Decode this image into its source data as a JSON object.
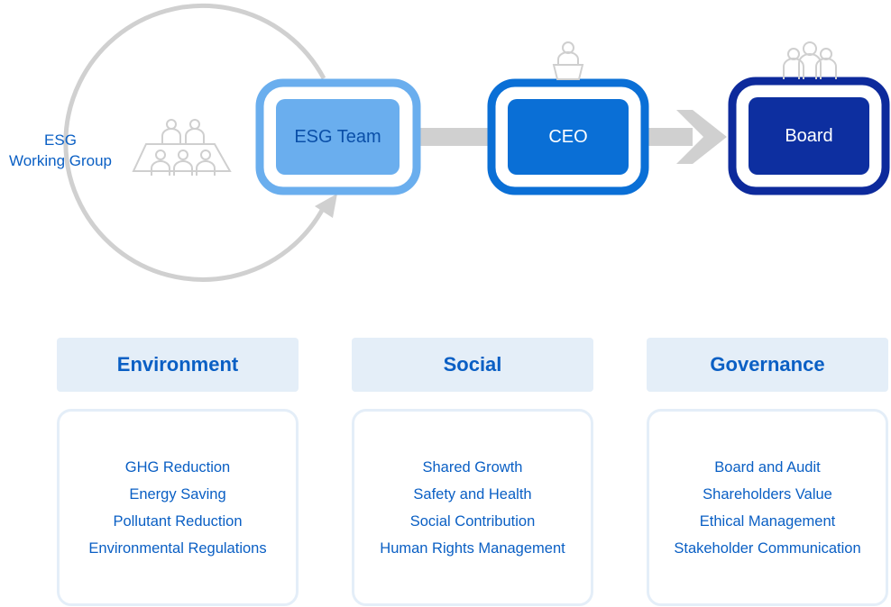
{
  "working_group": {
    "line1": "ESG",
    "line2": "Working Group",
    "icon": "meeting-table-icon"
  },
  "flow": {
    "esg_team": {
      "label": "ESG Team",
      "color": "#6aaeee",
      "outline": "#6aaeee"
    },
    "ceo": {
      "label": "CEO",
      "color": "#0a6fd6",
      "outline": "#0a6fd6",
      "icon": "podium-speaker-icon"
    },
    "board": {
      "label": "Board",
      "color": "#0d2fa0",
      "outline": "#0d2a9c",
      "icon": "group-people-icon"
    }
  },
  "categories": [
    {
      "title": "Environment",
      "items": [
        "GHG Reduction",
        "Energy Saving",
        "Pollutant Reduction",
        "Environmental Regulations"
      ]
    },
    {
      "title": "Social",
      "items": [
        "Shared Growth",
        "Safety and Health",
        "Social Contribution",
        "Human Rights Management"
      ]
    },
    {
      "title": "Governance",
      "items": [
        "Board and Audit",
        "Shareholders Value",
        "Ethical Management",
        "Stakeholder Communication"
      ]
    }
  ],
  "colors": {
    "accent_text": "#0a5fc4",
    "connector_gray": "#d0d0d0",
    "header_bg": "#e4eef8"
  }
}
